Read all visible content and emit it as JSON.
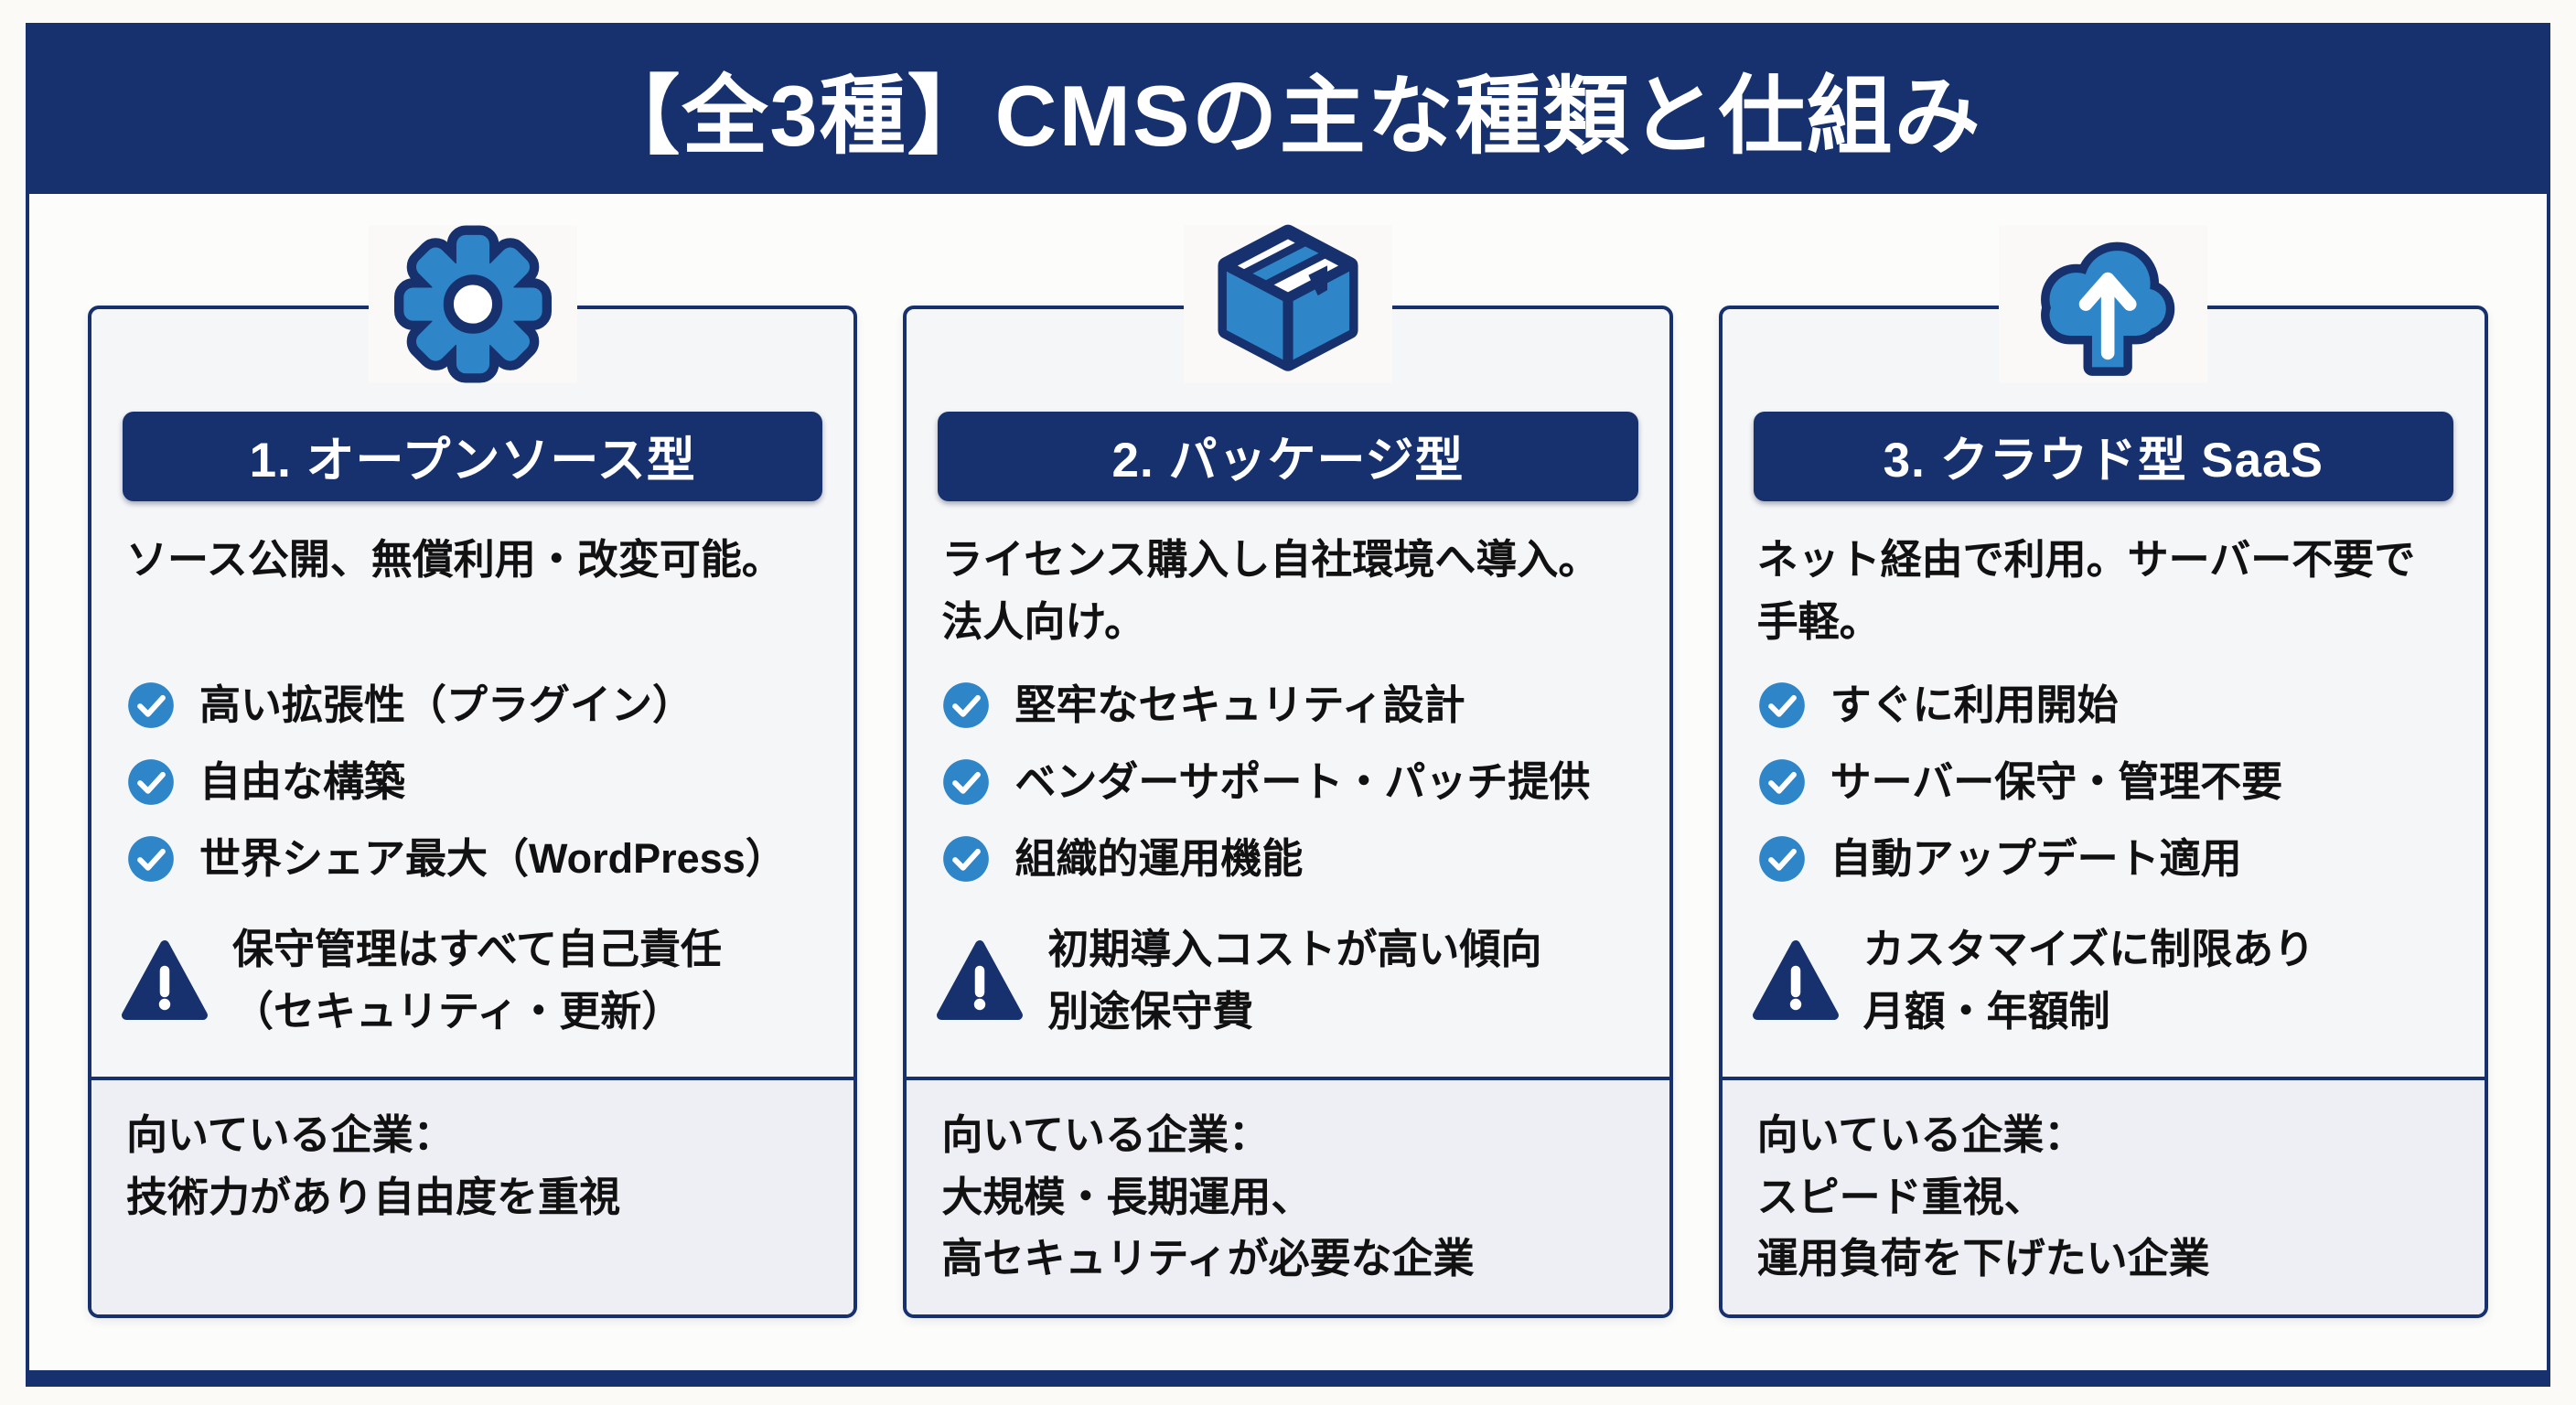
{
  "title": "【全3種】CMSの主な種類と仕組み",
  "colors": {
    "navy": "#16316d",
    "blue": "#2e86c8",
    "page_bg": "#fbfaf7",
    "card_bg": "#f5f6f8",
    "footer_bg": "#edeff4",
    "text": "#111111",
    "title_text": "#ffffff"
  },
  "icons": {
    "card1": "gear-icon",
    "card2": "package-box-icon",
    "card3": "cloud-upload-icon",
    "feature": "check-circle-icon",
    "warning": "warning-triangle-icon"
  },
  "cards": [
    {
      "badge": "1. オープンソース型",
      "description": "ソース公開、無償利用・改変可能。",
      "features": [
        "高い拡張性（プラグイン）",
        "自由な構築",
        "世界シェア最大（WordPress）"
      ],
      "warning": "保守管理はすべて自己責任\n（セキュリティ・更新）",
      "footer": "向いている企業：\n技術力があり自由度を重視"
    },
    {
      "badge": "2. パッケージ型",
      "description": "ライセンス購入し自社環境へ導入。\n法人向け。",
      "features": [
        "堅牢なセキュリティ設計",
        "ベンダーサポート・パッチ提供",
        "組織的運用機能"
      ],
      "warning": "初期導入コストが高い傾向\n別途保守費",
      "footer": "向いている企業：\n大規模・長期運用、\n高セキュリティが必要な企業"
    },
    {
      "badge": "3. クラウド型 SaaS",
      "description": "ネット経由で利用。サーバー不要で\n手軽。",
      "features": [
        "すぐに利用開始",
        "サーバー保守・管理不要",
        "自動アップデート適用"
      ],
      "warning": "カスタマイズに制限あり\n月額・年額制",
      "footer": "向いている企業：\nスピード重視、\n運用負荷を下げたい企業"
    }
  ]
}
